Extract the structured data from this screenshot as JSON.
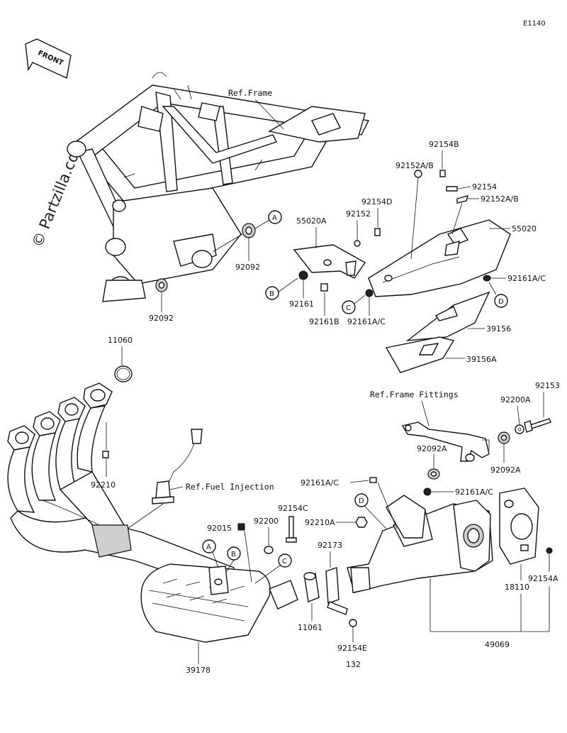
{
  "diagram_code": "E1140",
  "watermark": "© Partzilla.com",
  "front_arrow_label": "FRONT",
  "refs": {
    "frame": "Ref.Frame",
    "frame_fittings": "Ref.Frame Fittings",
    "fuel_injection": "Ref.Fuel Injection"
  },
  "callouts": {
    "A": "A",
    "B": "B",
    "C": "C",
    "D": "D"
  },
  "parts": {
    "p92092_upper": "92092",
    "p92092_lower": "92092",
    "p55020A": "55020A",
    "p92152": "92152",
    "p92154D": "92154D",
    "p92152AB_left": "92152A/B",
    "p92154B": "92154B",
    "p92154": "92154",
    "p92152AB_right": "92152A/B",
    "p55020": "55020",
    "p92161AC_right": "92161A/C",
    "p92161": "92161",
    "p92161B": "92161B",
    "p92161AC_mid": "92161A/C",
    "p39156": "39156",
    "p39156A": "39156A",
    "p11060": "11060",
    "p92210": "92210",
    "p92153": "92153",
    "p92200A": "92200A",
    "p92092A_upper": "92092A",
    "p92092A_lower": "92092A",
    "p92161AC_left": "92161A/C",
    "p92161AC_bracket": "92161A/C",
    "p92154C": "92154C",
    "p92015": "92015",
    "p92200": "92200",
    "p92210A": "92210A",
    "p92173": "92173",
    "p11061": "11061",
    "p92154E": "92154E",
    "p132": "132",
    "p39178": "39178",
    "p92154A": "92154A",
    "p18110": "18110",
    "p49069": "49069"
  }
}
